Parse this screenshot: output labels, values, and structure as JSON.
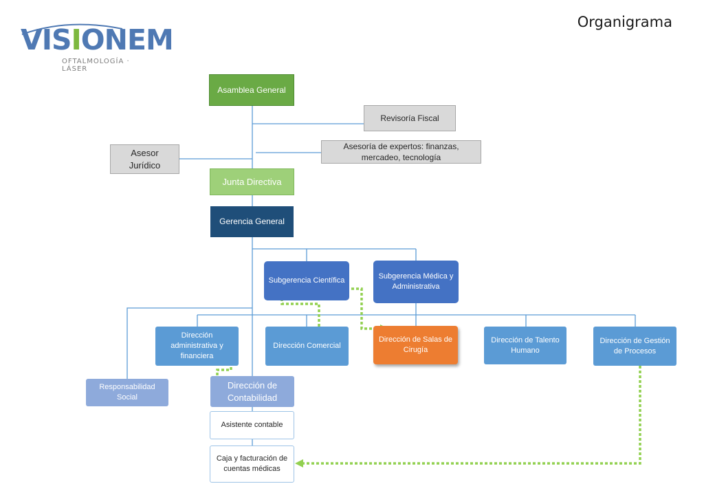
{
  "page": {
    "title": "Organigrama",
    "logo": {
      "brand": "VISIONEM",
      "brand_start": "VIS",
      "brand_i": "I",
      "brand_end": "ONEM",
      "tagline": "OFTALMOLOGÍA · LÁSER"
    }
  },
  "colors": {
    "line": "#5b9bd5",
    "dotted": "#92d050",
    "assembly": "#6aaa45",
    "board": "#9ed079",
    "management": "#1f4e79",
    "subgerencia": "#4472c4",
    "direccion": "#5b9bd5",
    "highlight": "#ed7d31"
  },
  "org": {
    "asamblea": "Asamblea General",
    "revisoria": "Revisoría Fiscal",
    "asesoria": "Asesoría de expertos: finanzas, mercadeo, tecnología",
    "asesor": "Asesor Jurídico",
    "junta": "Junta Directiva",
    "gerencia": "Gerencia General",
    "sub_cientifica": "Subgerencia Científica",
    "sub_medica": "Subgerencia Médica y Administrativa",
    "dir_admin": "Dirección administrativa y financiera",
    "dir_comercial": "Dirección Comercial",
    "dir_salas": "Dirección de Salas de Cirugía",
    "dir_talento": "Dirección de Talento Humano",
    "dir_procesos": "Dirección de Gestión de Procesos",
    "responsabilidad": "Responsabilidad Social",
    "dir_contabilidad": "Dirección de Contabilidad",
    "asistente": "Asistente contable",
    "caja": "Caja y facturación de cuentas médicas"
  }
}
